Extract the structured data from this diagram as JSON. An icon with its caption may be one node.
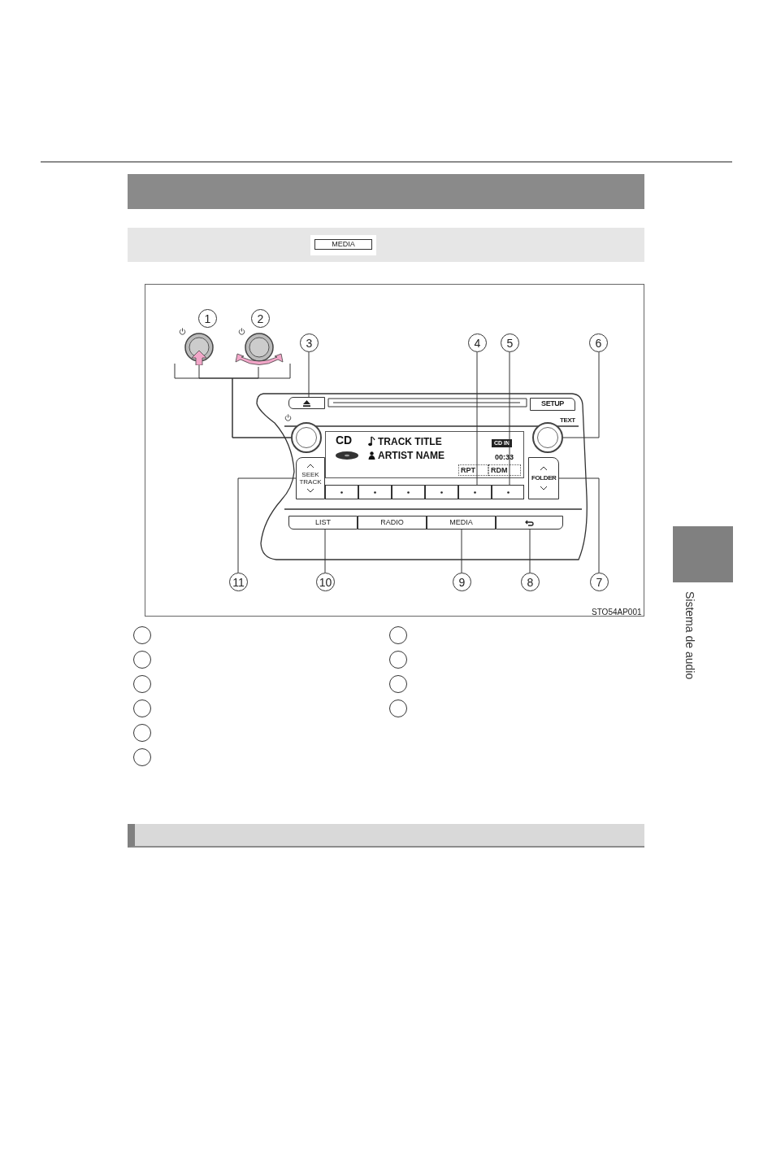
{
  "diagram": {
    "nodes": [
      {
        "text": [
          "MEDIA"
        ]
      },
      {
        "text": [
          "1"
        ]
      },
      {
        "text": [
          "2"
        ]
      },
      {
        "text": [
          "3"
        ]
      },
      {
        "text": [
          "4"
        ]
      },
      {
        "text": [
          "5"
        ]
      },
      {
        "text": [
          "6"
        ]
      },
      {
        "text": [
          "7"
        ]
      },
      {
        "text": [
          "8"
        ]
      },
      {
        "text": [
          "9"
        ]
      },
      {
        "text": [
          "10"
        ]
      },
      {
        "text": [
          "11"
        ]
      },
      {
        "text": [],
        "shape": "circle"
      },
      {
        "text": [],
        "shape": "box"
      },
      {
        "text": [
          "SETUP"
        ]
      },
      {
        "text": [],
        "shape": "circle"
      },
      {
        "text": [
          "CD",
          "TRACK TITLE",
          "ARTIST NAME",
          "CD IN",
          "00:33"
        ]
      },
      {
        "text": [
          "RPT"
        ],
        "in": 16
      },
      {
        "text": [
          "RDM"
        ],
        "in": 16
      },
      {
        "text": [
          "SEEK TRACK"
        ]
      },
      {
        "text": [
          "FOLDER"
        ]
      },
      {
        "text": [],
        "shape": "box"
      },
      {
        "text": [],
        "shape": "box"
      },
      {
        "text": [],
        "shape": "box"
      },
      {
        "text": [],
        "shape": "box"
      },
      {
        "text": [],
        "shape": "box"
      },
      {
        "text": [],
        "shape": "box"
      },
      {
        "text": [
          "LIST"
        ]
      },
      {
        "text": [
          "RADIO"
        ]
      },
      {
        "text": [
          "MEDIA"
        ]
      },
      {
        "text": [],
        "shape": "box"
      },
      {
        "text": [],
        "shape": "circle"
      },
      {
        "text": [],
        "shape": "circle"
      },
      {
        "text": [],
        "shape": "circle"
      },
      {
        "text": [],
        "shape": "circle"
      },
      {
        "text": [],
        "shape": "circle"
      },
      {
        "text": [],
        "shape": "circle"
      },
      {
        "text": [],
        "shape": "circle"
      },
      {
        "text": [],
        "shape": "circle"
      },
      {
        "text": [],
        "shape": "circle"
      },
      {
        "text": [],
        "shape": "circle"
      },
      {
        "text": [],
        "shape": "picture"
      },
      {
        "text": [],
        "shape": "picture"
      },
      {
        "text": [],
        "shape": "box"
      },
      {
        "text": [],
        "shape": "bar"
      }
    ],
    "edges": [
      {
        "from": 41,
        "to": 12,
        "arrow": "none"
      },
      {
        "from": 42,
        "to": 12,
        "arrow": "none"
      },
      {
        "from": 3,
        "to": 13,
        "arrow": "none"
      },
      {
        "from": 4,
        "to": 25,
        "arrow": "none"
      },
      {
        "from": 5,
        "to": 26,
        "arrow": "none"
      },
      {
        "from": 6,
        "to": 15,
        "arrow": "none"
      },
      {
        "from": 7,
        "to": 20,
        "arrow": "none"
      },
      {
        "from": 8,
        "to": 30,
        "arrow": "none"
      },
      {
        "from": 9,
        "to": 29,
        "arrow": "none"
      },
      {
        "from": 10,
        "to": 27,
        "arrow": "none"
      },
      {
        "from": 11,
        "to": 19,
        "arrow": "none"
      }
    ],
    "labels": [
      "TEXT",
      "STO54AP001",
      "Sistema de audio"
    ]
  }
}
